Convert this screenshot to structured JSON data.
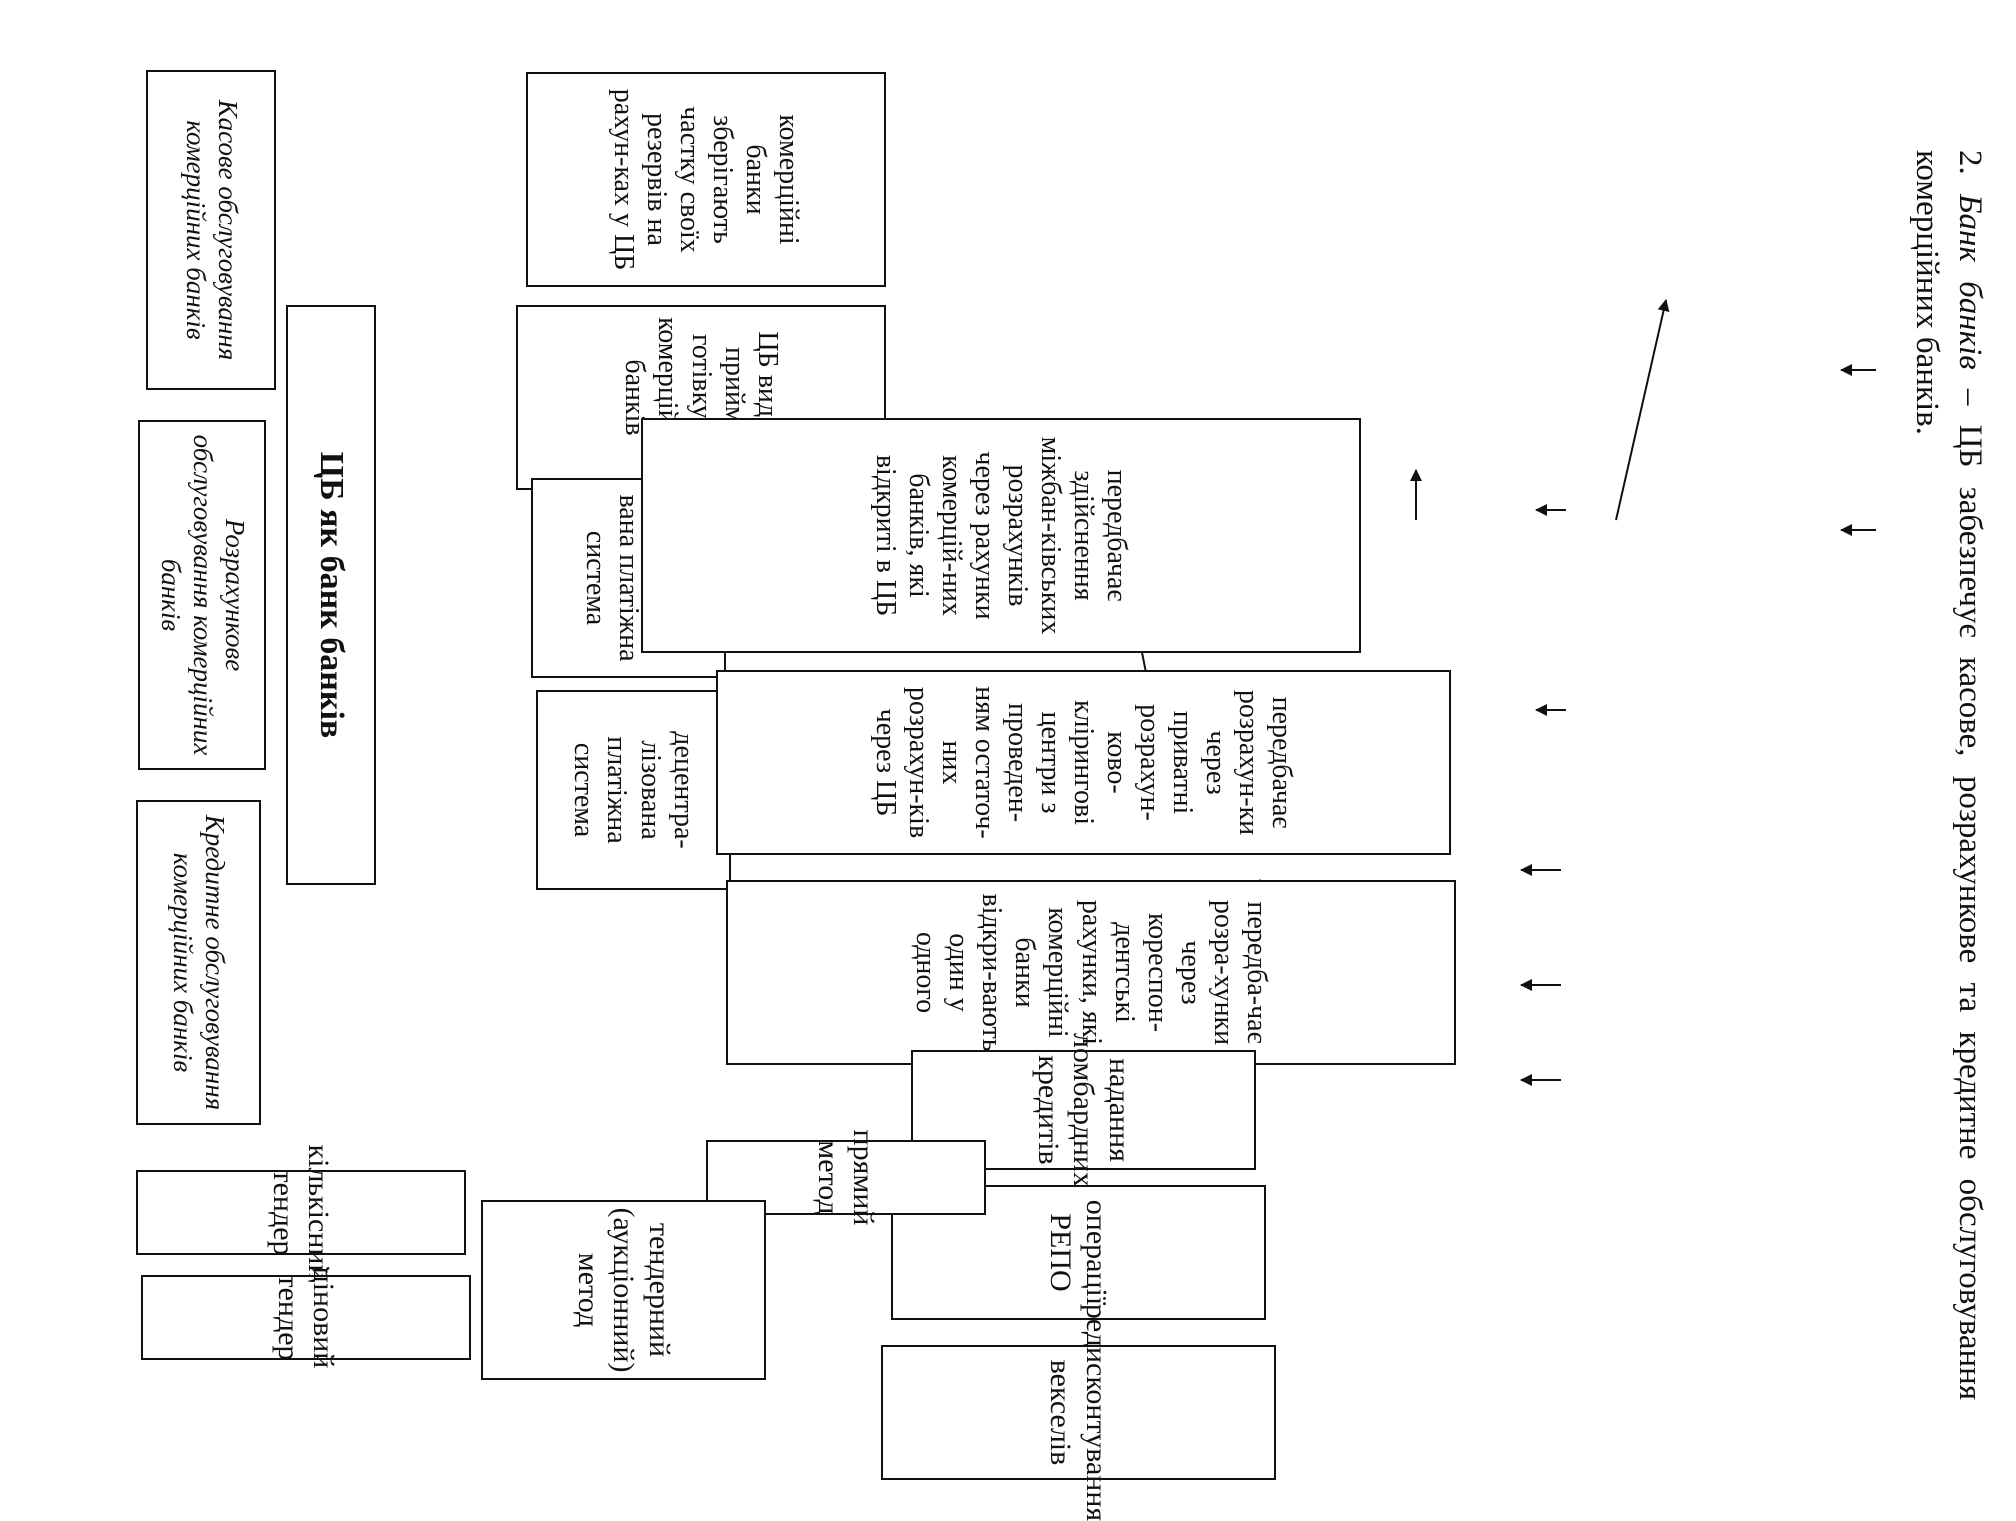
{
  "intro": {
    "number": "2.",
    "term": "Банк банків",
    "text": "– ЦБ забезпечує касове, розрахункове та кредитне обслуговування комерційних банків."
  },
  "diagram": {
    "root": "ЦБ як банк банків",
    "cash": {
      "title": "Касове обслуговування комерційних банків",
      "items": [
        "комерційні банки зберігають частку своїх резервів на рахун-ках у ЦБ",
        "ЦБ видає й приймає готівку від комерцій-них банків"
      ]
    },
    "settlement": {
      "title": "Розрахункове обслуговування комерційних банків",
      "central": {
        "label": "централізо-вана платіжна система",
        "desc": "передбачає здійснення міжбан-ківських розрахунків через рахунки комерцій-них банків, які відкриті в ЦБ"
      },
      "decentral": {
        "label": "децентра-лізована платіжна система",
        "descs": [
          "передбачає розрахун-ки через приватні розрахун-ково-кліринговi центри з проведен-ням остаточ-них розрахун-ків через ЦБ",
          "передба-чає розра-хунки через кореспон-дентські рахунки, які комерційні банки відкри-вають один у одного"
        ]
      }
    },
    "credit": {
      "title": "Кредитне обслуговування комерційних банків",
      "lombard": "надання ломбардних кредитів",
      "repo": "операції РЕПО",
      "rediscount": "редисконтування векселів",
      "direct": "прямий метод",
      "tender": "тендерний (аукціонний) метод",
      "quantity_tender": "кількісний тендер",
      "price_tender": "ціновий тендер"
    }
  }
}
